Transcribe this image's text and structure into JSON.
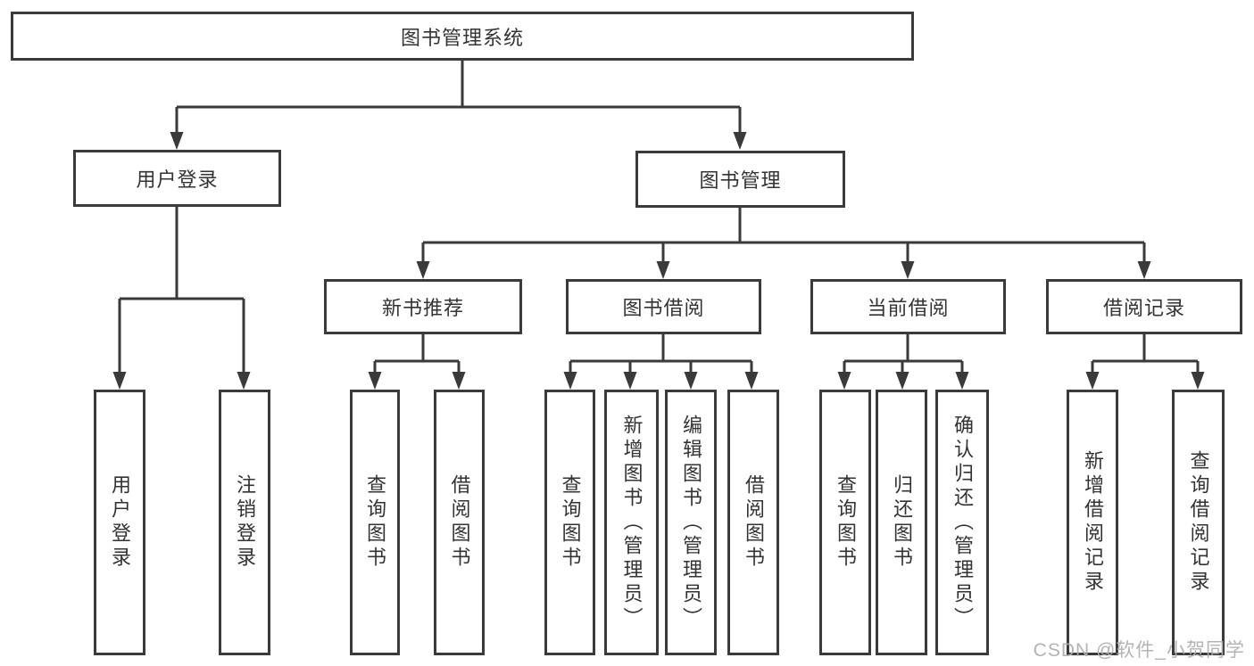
{
  "nodes": {
    "root": "图书管理系统",
    "user_login": "用户登录",
    "book_mgmt": "图书管理",
    "new_book_rec": "新书推荐",
    "book_borrow": "图书借阅",
    "current_borrow": "当前借阅",
    "borrow_record": "借阅记录",
    "leaf_user_login": "用户登录",
    "leaf_logout": "注销登录",
    "leaf_query_book_rec": "查询图书",
    "leaf_borrow_book_rec": "借阅图书",
    "leaf_query_book_borrow": "查询图书",
    "leaf_add_book": "新增图书（管理员）",
    "leaf_edit_book": "编辑图书（管理员）",
    "leaf_borrow_book_borrow": "借阅图书",
    "leaf_query_book_current": "查询图书",
    "leaf_return_book": "归还图书",
    "leaf_confirm_return": "确认归还（管理员）",
    "leaf_add_borrow_record": "新增借阅记录",
    "leaf_query_borrow_record": "查询借阅记录"
  },
  "hierarchy": {
    "图书管理系统": [
      "用户登录",
      "图书管理"
    ],
    "用户登录": [
      "用户登录",
      "注销登录"
    ],
    "图书管理": [
      "新书推荐",
      "图书借阅",
      "当前借阅",
      "借阅记录"
    ],
    "新书推荐": [
      "查询图书",
      "借阅图书"
    ],
    "图书借阅": [
      "查询图书",
      "新增图书（管理员）",
      "编辑图书（管理员）",
      "借阅图书"
    ],
    "当前借阅": [
      "查询图书",
      "归还图书",
      "确认归还（管理员）"
    ],
    "借阅记录": [
      "新增借阅记录",
      "查询借阅记录"
    ]
  },
  "watermark": "CSDN @软件_小贺同学",
  "colors": {
    "line": "#3a3a3a",
    "text": "#333333",
    "background": "#ffffff",
    "watermark": "#afafaf"
  }
}
